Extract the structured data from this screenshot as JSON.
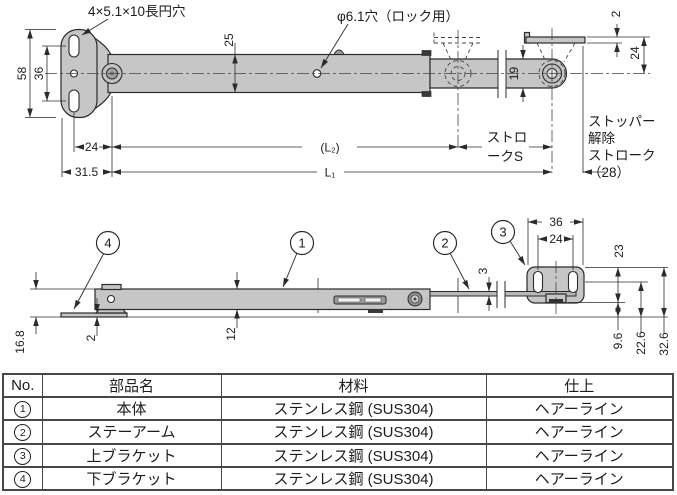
{
  "top_view": {
    "labels": {
      "oblong_hole": "4×5.1×10長円穴",
      "lock_hole": "φ6.1穴（ロック用）",
      "stroke": [
        "ストロ",
        "ークS"
      ],
      "stopper_release": [
        "ストッパー",
        "解除",
        "ストローク",
        "（28）"
      ]
    },
    "dims": {
      "plate_height": "58",
      "hole_pitch": "36",
      "body_width": "25",
      "flange_thickness": "2",
      "flange_to_center": "24",
      "arm_width": "19",
      "hole_to_pivot": "24",
      "edge_to_pivot": "31.5",
      "l2": "(L₂)",
      "l1": "L₁"
    }
  },
  "bottom_view": {
    "balloons": {
      "body": "1",
      "stay_arm": "2",
      "upper_bracket": "3",
      "lower_bracket": "4"
    },
    "dims": {
      "overall_height": "16.8",
      "plate_thickness": "2",
      "body_height": "12",
      "arm_thickness": "3",
      "bracket_width": "36",
      "bracket_hole_pitch": "24",
      "bracket_height": "23",
      "latch_to_plate": "9.6",
      "hole_to_plate": "22.6",
      "bracket_top_to_plate": "32.6"
    }
  },
  "parts_table": {
    "headers": {
      "no": "No.",
      "name": "部品名",
      "material": "材料",
      "finish": "仕上"
    },
    "rows": [
      {
        "no": "1",
        "name": "本体",
        "material": "ステンレス鋼 (SUS304)",
        "finish": "ヘアーライン"
      },
      {
        "no": "2",
        "name": "ステーアーム",
        "material": "ステンレス鋼 (SUS304)",
        "finish": "ヘアーライン"
      },
      {
        "no": "3",
        "name": "上ブラケット",
        "material": "ステンレス鋼 (SUS304)",
        "finish": "ヘアーライン"
      },
      {
        "no": "4",
        "name": "下ブラケット",
        "material": "ステンレス鋼 (SUS304)",
        "finish": "ヘアーライン"
      }
    ]
  },
  "colors": {
    "metal_fill": "#c6c6c6",
    "line": "#2b2b2b",
    "table_border": "#4a4643",
    "background": "#ffffff"
  }
}
